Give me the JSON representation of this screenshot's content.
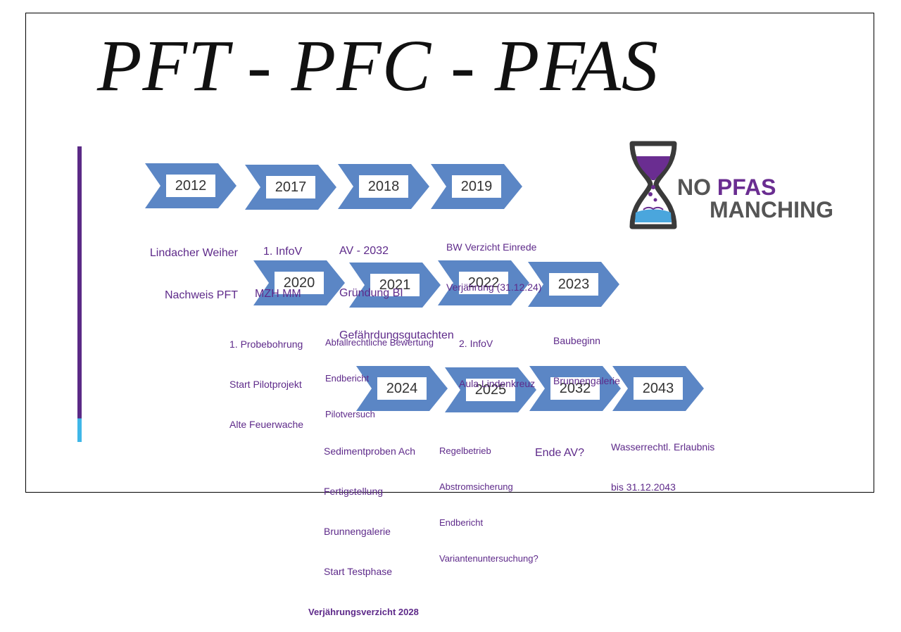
{
  "title": "PFT - PFC - PFAS",
  "colors": {
    "chevron": "#5b86c5",
    "label": "#5e2a8a",
    "bar_top": "#5b2a86",
    "bar_bottom": "#3fb7e8"
  },
  "logo": {
    "no": "NO",
    "pfas": "PFAS",
    "line2": "MANCHING"
  },
  "timeline": [
    {
      "year": "2012",
      "lines": [
        "Lindacher Weiher",
        "Nachweis PFT"
      ]
    },
    {
      "year": "2017",
      "lines": [
        "1. InfoV",
        "MZH MM"
      ]
    },
    {
      "year": "2018",
      "lines": [
        "AV - 2032",
        "Gründung BI",
        "Gefährdungsgutachten"
      ]
    },
    {
      "year": "2019",
      "lines": [
        "BW Verzicht Einrede",
        "Verjährung (31.12.24)"
      ]
    },
    {
      "year": "2020",
      "lines": [
        "1. Probebohrung",
        "Start Pilotprojekt",
        "Alte Feuerwache"
      ]
    },
    {
      "year": "2021",
      "lines": [
        "Abfallrechtliche Bewertung",
        "Endbericht",
        "Pilotversuch"
      ]
    },
    {
      "year": "2022",
      "lines": [
        "2. InfoV",
        "Aula Lindenkreuz"
      ]
    },
    {
      "year": "2023",
      "lines": [
        "Baubeginn",
        "Brunnengalerie"
      ]
    },
    {
      "year": "2024",
      "lines": [
        "Sedimentproben Ach",
        "Fertigstellung",
        "Brunnengalerie",
        "Start Testphase",
        "Verjährungsverzicht 2028"
      ]
    },
    {
      "year": "2025",
      "lines": [
        "Regelbetrieb",
        "Abstromsicherung",
        "Endbericht",
        "Variantenuntersuchung?"
      ]
    },
    {
      "year": "2032",
      "lines": [
        "Ende AV?"
      ]
    },
    {
      "year": "2043",
      "lines": [
        "Wasserrechtl. Erlaubnis",
        "bis 31.12.2043"
      ]
    }
  ]
}
